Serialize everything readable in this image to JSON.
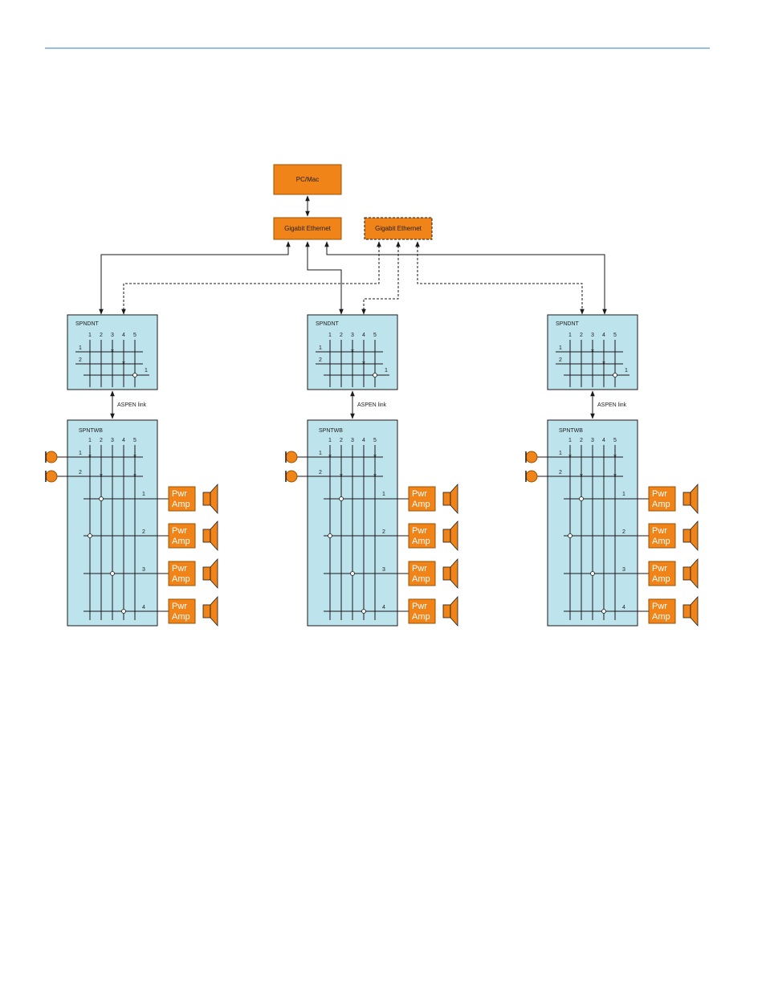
{
  "colors": {
    "orange": "#F08419",
    "orange_stroke": "#9A5200",
    "blue_fill": "#BDE3EC",
    "header_rule": "#2F7EC8",
    "line": "#1a1a1a"
  },
  "nodes": {
    "pc": {
      "label": "PC/Mac"
    },
    "switch_main": {
      "label": "Gigabit Ethernet"
    },
    "switch_redundant": {
      "label": "Gigabit Ethernet"
    }
  },
  "link_label": "ASPEN link",
  "systems": [
    {
      "dnt": {
        "title": "SPNDNT",
        "columns": [
          "1",
          "2",
          "3",
          "4",
          "5"
        ],
        "rows": [
          "1",
          "2"
        ],
        "out_label": "1"
      },
      "twb": {
        "title": "SPNTWB",
        "columns": [
          "1",
          "2",
          "3",
          "4",
          "5"
        ],
        "inputs": [
          "1",
          "2"
        ],
        "outputs": [
          "1",
          "2",
          "3",
          "4"
        ]
      },
      "amps": [
        {
          "line1": "Pwr",
          "line2": "Amp"
        },
        {
          "line1": "Pwr",
          "line2": "Amp"
        },
        {
          "line1": "Pwr",
          "line2": "Amp"
        },
        {
          "line1": "Pwr",
          "line2": "Amp"
        }
      ]
    },
    {
      "dnt": {
        "title": "SPNDNT",
        "columns": [
          "1",
          "2",
          "3",
          "4",
          "5"
        ],
        "rows": [
          "1",
          "2"
        ],
        "out_label": "1"
      },
      "twb": {
        "title": "SPNTWB",
        "columns": [
          "1",
          "2",
          "3",
          "4",
          "5"
        ],
        "inputs": [
          "1",
          "2"
        ],
        "outputs": [
          "1",
          "2",
          "3",
          "4"
        ]
      },
      "amps": [
        {
          "line1": "Pwr",
          "line2": "Amp"
        },
        {
          "line1": "Pwr",
          "line2": "Amp"
        },
        {
          "line1": "Pwr",
          "line2": "Amp"
        },
        {
          "line1": "Pwr",
          "line2": "Amp"
        }
      ]
    },
    {
      "dnt": {
        "title": "SPNDNT",
        "columns": [
          "1",
          "2",
          "3",
          "4",
          "5"
        ],
        "rows": [
          "1",
          "2"
        ],
        "out_label": "1"
      },
      "twb": {
        "title": "SPNTWB",
        "columns": [
          "1",
          "2",
          "3",
          "4",
          "5"
        ],
        "inputs": [
          "1",
          "2"
        ],
        "outputs": [
          "1",
          "2",
          "3",
          "4"
        ]
      },
      "amps": [
        {
          "line1": "Pwr",
          "line2": "Amp"
        },
        {
          "line1": "Pwr",
          "line2": "Amp"
        },
        {
          "line1": "Pwr",
          "line2": "Amp"
        },
        {
          "line1": "Pwr",
          "line2": "Amp"
        }
      ]
    }
  ]
}
